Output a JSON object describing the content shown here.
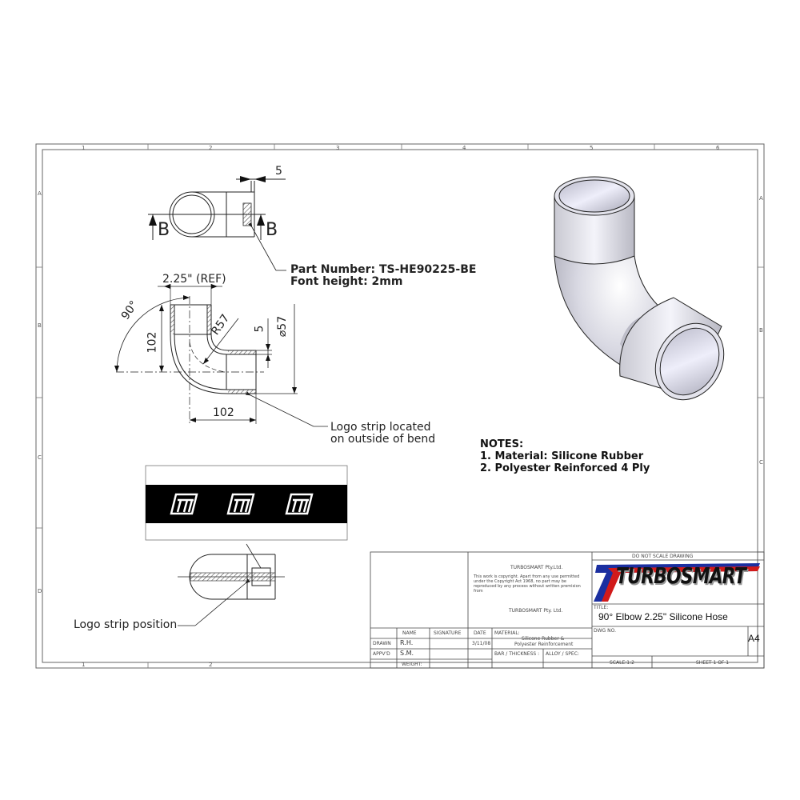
{
  "sheet": {
    "zones_top": [
      "1",
      "2",
      "3",
      "4",
      "5",
      "6"
    ],
    "zones_bottom": [
      "1",
      "2"
    ],
    "zones_left": [
      "A",
      "B",
      "C",
      "D"
    ],
    "zones_right": [
      "A",
      "B",
      "C"
    ]
  },
  "section_view": {
    "dim_thickness": "5",
    "section_label_left": "B",
    "section_label_right": "B"
  },
  "part_callout": {
    "part_number": "Part Number: TS-HE90225-BE",
    "font_height": "Font height: 2mm"
  },
  "elbow_view": {
    "dim_ref": "2.25\" (REF)",
    "dim_angle": "90°",
    "dim_height": "102",
    "dim_radius": "R57",
    "dim_wall": "5",
    "dim_diameter": "⌀57",
    "dim_length": "102"
  },
  "logo_strip_callout": {
    "line1": "Logo strip located",
    "line2": "on outside of bend"
  },
  "logo_strip": {
    "logo_count": 3,
    "logo_icon": "turbosmart-t-logo-icon",
    "band_color": "#000000"
  },
  "position_view": {
    "label": "Logo strip position"
  },
  "notes": {
    "heading": "NOTES:",
    "items": [
      "1. Material: Silicone Rubber",
      "2. Polyester Reinforced 4 Ply"
    ]
  },
  "title_block": {
    "do_not_scale": "DO NOT SCALE DRAWING",
    "company": "TURBOSMART Pty.Ltd.",
    "copyright": "This work is copyright. Apart from any use permitted under the Copyright Act 1968, no part may be reproduced by any process without written premision from",
    "company_footer": "TURBOSMART Pty. Ltd.",
    "logo_text": "TURBOSMART",
    "logo_colors": {
      "blue": "#1b2fa0",
      "red": "#d11a1a",
      "black": "#111111"
    },
    "title_label": "TITLE:",
    "title": "90° Elbow 2.25\" Silicone Hose",
    "dwg_no_label": "DWG NO.",
    "size": "A4",
    "scale": "SCALE:1:2",
    "sheet": "SHEET 1 OF 1",
    "hdr_name": "NAME",
    "hdr_signature": "SIGNATURE",
    "hdr_date": "DATE",
    "drawn_label": "DRAWN",
    "drawn_name": "R.H.",
    "drawn_date": "3/11/08",
    "appvd_label": "APPV'D",
    "appvd_name": "S.M.",
    "weight_label": "WEIGHT:",
    "material_label": "MATERIAL:",
    "material_line1": "Silicone Rubber &",
    "material_line2": "Polyester Reinforcement",
    "bar_thickness_label": "BAR / THICKNESS :",
    "alloy_spec_label": "ALLOY / SPEC:"
  }
}
